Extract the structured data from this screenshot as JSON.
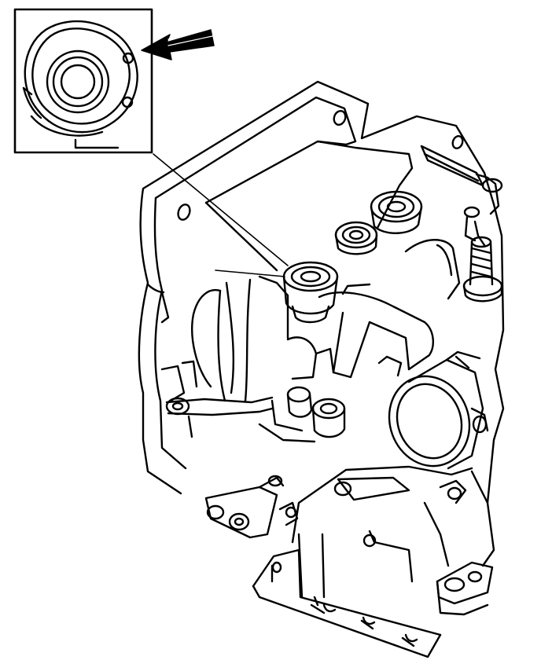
{
  "figure": {
    "type": "technical-line-illustration",
    "subject": "transaxle-case-with-bearing-detail-inset",
    "ink_color": "#000000",
    "paper_color": "#ffffff",
    "inset": {
      "shows": "bearing-retainer-detail",
      "pointer": "arrow-icon"
    }
  }
}
